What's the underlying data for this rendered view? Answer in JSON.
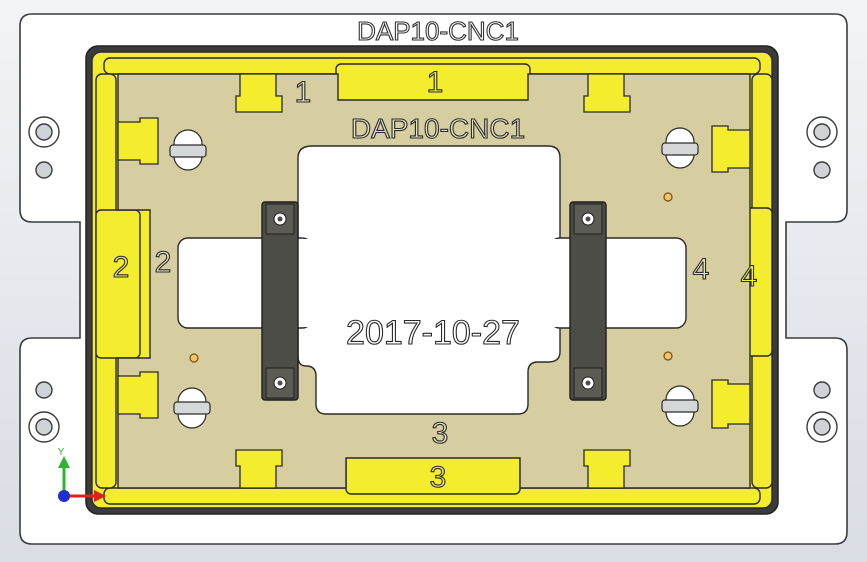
{
  "labels": {
    "plate_top": "DAP10-CNC1",
    "fixture_name": "DAP10-CNC1",
    "date": "2017-10-27",
    "station_1_inner": "1",
    "station_1_outer": "1",
    "station_2_outer": "2",
    "station_2_inner": "2",
    "station_3_inner": "3",
    "station_3_outer": "3",
    "station_4_inner": "4",
    "station_4_outer": "4"
  },
  "triad": {
    "y_axis": "Y"
  },
  "colors": {
    "base_plate": "#ffffff",
    "fixture_plate": "#d6cda0",
    "clamp_yellow": "#f4ed2e",
    "clamp_block": "#4d4d47",
    "axis_x": "#e0201a",
    "axis_y": "#2fb52f",
    "axis_z": "#1f2fd0"
  }
}
